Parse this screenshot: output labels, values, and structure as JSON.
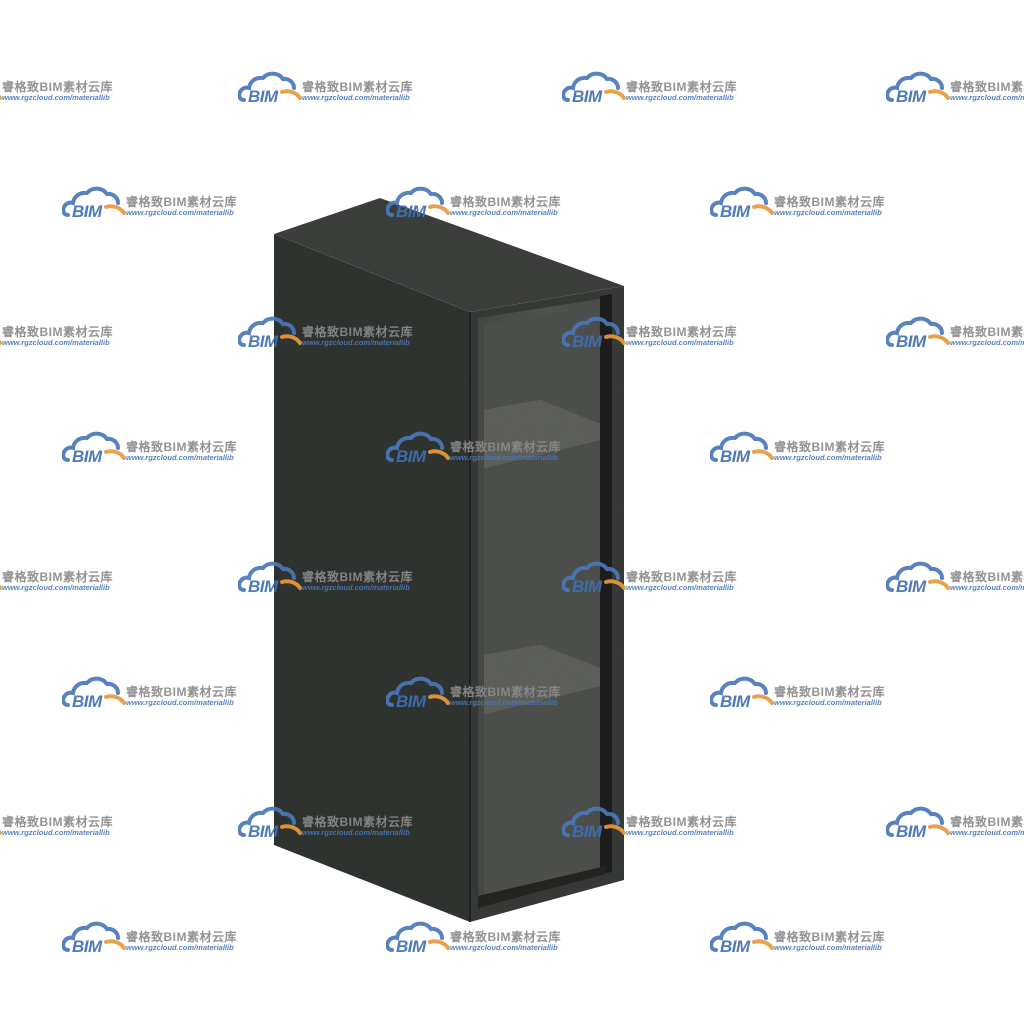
{
  "watermark": {
    "logo_text": "BIM",
    "brand_text": "睿格致BIM素材云库",
    "url_text": "www.rgzcloud.com/materiallib",
    "logo_icon": "cloud-icon",
    "colors": {
      "cloud_blue": "#4a78b8",
      "cloud_orange": "#e89a3c",
      "text_gray": "#8a8a8a"
    }
  },
  "cabinet": {
    "colors": {
      "granite_side": "#2e302e",
      "granite_top": "#3b3d3a",
      "granite_front_frame": "#353734",
      "glass": "#4a4c49",
      "shelf": "#5c5e5a",
      "frame_edge": "#1b1c1b"
    },
    "shelf_count": 2
  }
}
